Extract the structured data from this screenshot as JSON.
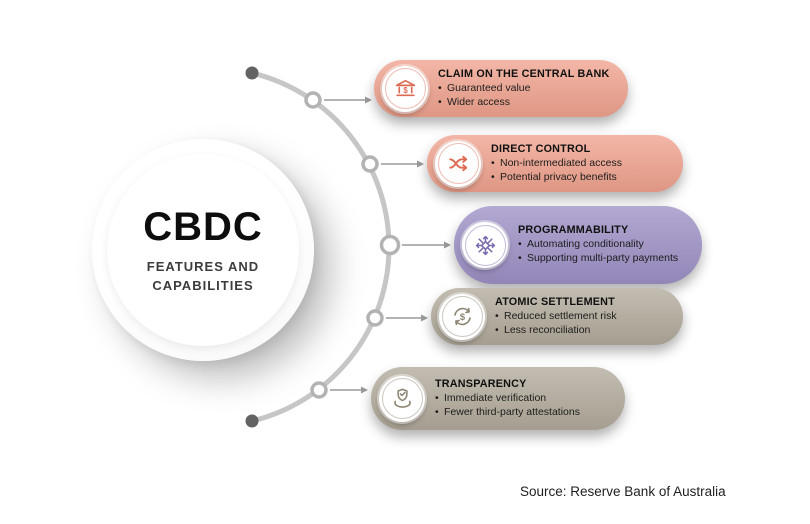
{
  "diagram": {
    "center": {
      "title": "CBDC",
      "subtitle_line1": "FEATURES AND",
      "subtitle_line2": "CAPABILITIES"
    },
    "items": [
      {
        "title": "CLAIM ON THE CENTRAL BANK",
        "bullets": [
          "Guaranteed value",
          "Wider access"
        ],
        "color": "#F0A28E",
        "icon_color": "#DD6B54",
        "icon": "bank-icon"
      },
      {
        "title": "DIRECT CONTROL",
        "bullets": [
          "Non-intermediated access",
          "Potential privacy benefits"
        ],
        "color": "#F0A28E",
        "icon_color": "#DD6B54",
        "icon": "shuffle-arrows-icon"
      },
      {
        "title": "PROGRAMMABILITY",
        "bullets": [
          "Automating conditionality",
          "Supporting multi-party payments"
        ],
        "color": "#9D90C5",
        "icon_color": "#7A6AAE",
        "icon": "snowflake-arrows-icon"
      },
      {
        "title": "ATOMIC SETTLEMENT",
        "bullets": [
          "Reduced settlement risk",
          "Less reconciliation"
        ],
        "color": "#B2AA9B",
        "icon_color": "#8E8673",
        "icon": "dollar-cycle-icon"
      },
      {
        "title": "TRANSPARENCY",
        "bullets": [
          "Immediate verification",
          "Fewer third-party attestations"
        ],
        "color": "#B2AA9B",
        "icon_color": "#8E8673",
        "icon": "shield-hands-icon"
      }
    ],
    "source": "Source: Reserve Bank of Australia",
    "colors": {
      "background": "#FFFFFF",
      "arc": "#C6C6C6",
      "connector": "#9A9A9A",
      "title_text": "#0D0D0D"
    }
  }
}
